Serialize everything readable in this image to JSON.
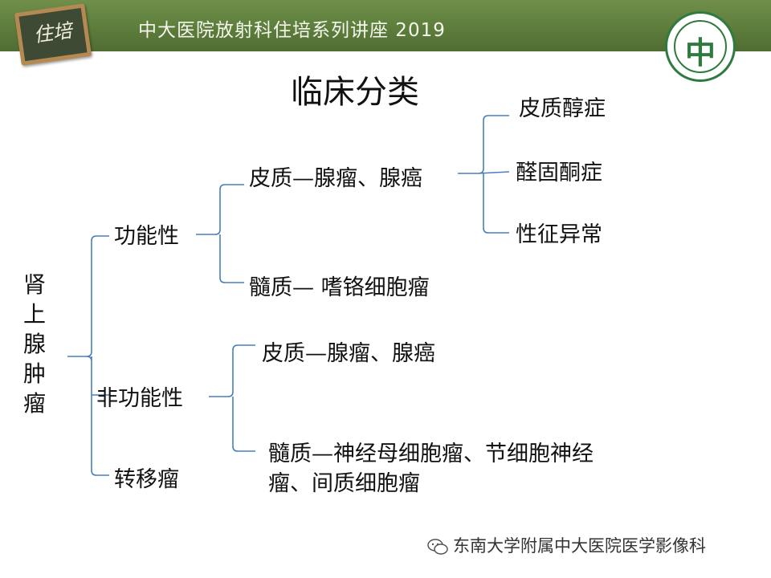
{
  "header": {
    "title": "中大医院放射科住培系列讲座 2019",
    "badge_text": "住培",
    "logo_glyph": "中"
  },
  "slide": {
    "title": "临床分类",
    "root_chars": [
      "肾",
      "上",
      "腺",
      "肿",
      "瘤"
    ],
    "level1": {
      "functional": "功能性",
      "nonfunctional": "非功能性",
      "metastatic": "转移瘤"
    },
    "functional_children": {
      "cortex": "皮质—腺瘤、腺癌",
      "medulla": "髓质— 嗜铬细胞瘤"
    },
    "cortex_syndromes": [
      "皮质醇症",
      "醛固酮症",
      "性征异常"
    ],
    "nonfunctional_children": {
      "cortex": "皮质—腺瘤、腺癌",
      "medulla_line1": "髓质—神经母细胞瘤、节细胞神经",
      "medulla_line2": "瘤、间质细胞瘤"
    }
  },
  "footer": {
    "watermark": "东南大学附属中大医院医学影像科",
    "icon": "wechat-icon"
  },
  "colors": {
    "header_green": "#5d7d3c",
    "bracket_blue": "#4a7ebb",
    "logo_green": "#2f7a3e"
  }
}
